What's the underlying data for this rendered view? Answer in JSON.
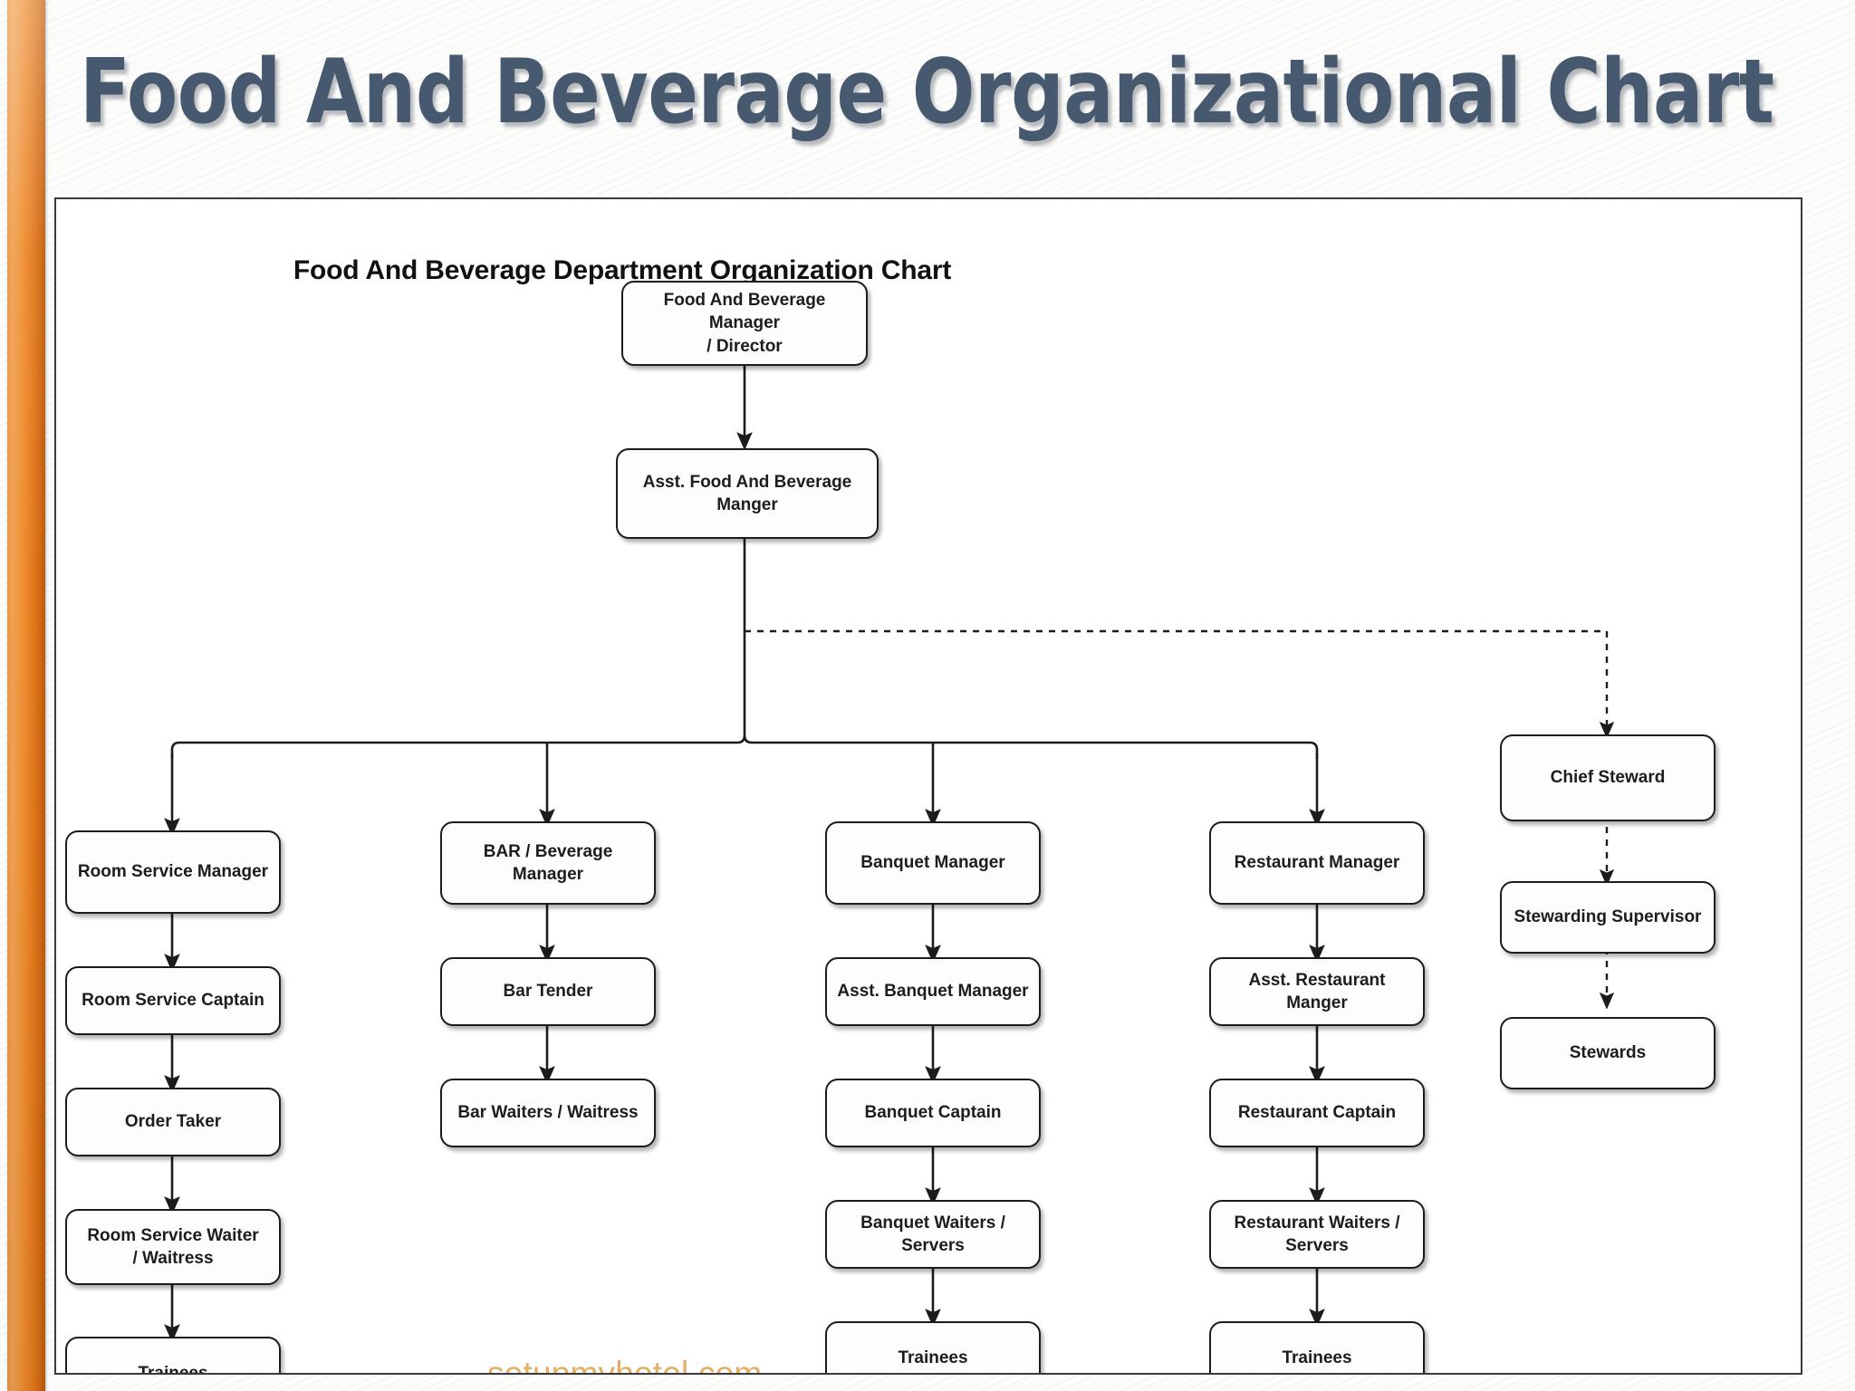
{
  "slide": {
    "title": "Food And Beverage Organizational Chart",
    "accent_color": "#ef8f31",
    "title_color": "#46596f"
  },
  "chart": {
    "heading": "Food And Beverage Department Organization Chart",
    "watermark": "setupmyhotel.com",
    "watermark_color": "#dda14a",
    "box_border_color": "#1c1c1c",
    "box_fill_color": "#fdfdfd"
  },
  "nodes": {
    "director": "Food And Beverage Manager\n/ Director",
    "asst_director": "Asst. Food And Beverage Manger",
    "chief_steward": "Chief Steward",
    "stewarding_supervisor": "Stewarding Supervisor",
    "stewards": "Stewards",
    "room_service_manager": "Room Service Manager",
    "room_service_captain": "Room Service Captain",
    "order_taker": "Order Taker",
    "room_service_waiter": "Room Service Waiter\n/ Waitress",
    "room_service_trainees": "Trainees",
    "bar_manager": "BAR / Beverage Manager",
    "bar_tender": "Bar Tender",
    "bar_waiters": "Bar Waiters / Waitress",
    "banquet_manager": "Banquet Manager",
    "asst_banquet_manager": "Asst. Banquet Manager",
    "banquet_captain": "Banquet Captain",
    "banquet_waiters": "Banquet Waiters / Servers",
    "banquet_trainees": "Trainees",
    "restaurant_manager": "Restaurant Manager",
    "asst_restaurant_manager": "Asst. Restaurant Manger",
    "restaurant_captain": "Restaurant Captain",
    "restaurant_waiters": "Restaurant Waiters / Servers",
    "restaurant_trainees": "Trainees"
  },
  "chart_data": {
    "type": "diagram",
    "title": "Food And Beverage Department Organization Chart",
    "orientation": "top-down",
    "hierarchy": [
      {
        "id": "director",
        "label": "Food And Beverage Manager / Director",
        "level": 0,
        "children": [
          "asst_director"
        ]
      },
      {
        "id": "asst_director",
        "label": "Asst. Food And Beverage Manger",
        "level": 1,
        "children": [
          "room_service_manager",
          "bar_manager",
          "banquet_manager",
          "restaurant_manager",
          "chief_steward"
        ],
        "dashed_children": [
          "chief_steward"
        ]
      },
      {
        "id": "room_service_manager",
        "label": "Room Service Manager",
        "level": 2,
        "chain": [
          "Room Service Captain",
          "Order Taker",
          "Room Service Waiter / Waitress",
          "Trainees"
        ]
      },
      {
        "id": "bar_manager",
        "label": "BAR / Beverage Manager",
        "level": 2,
        "chain": [
          "Bar Tender",
          "Bar Waiters / Waitress"
        ]
      },
      {
        "id": "banquet_manager",
        "label": "Banquet Manager",
        "level": 2,
        "chain": [
          "Asst. Banquet Manager",
          "Banquet Captain",
          "Banquet Waiters / Servers",
          "Trainees"
        ]
      },
      {
        "id": "restaurant_manager",
        "label": "Restaurant Manager",
        "level": 2,
        "chain": [
          "Asst. Restaurant Manger",
          "Restaurant Captain",
          "Restaurant Waiters / Servers",
          "Trainees"
        ]
      },
      {
        "id": "chief_steward",
        "label": "Chief Steward",
        "level": 2,
        "connector": "dashed",
        "chain": [
          "Stewarding Supervisor",
          "Stewards"
        ]
      }
    ],
    "columns": [
      "Room Service",
      "BAR / Beverage",
      "Banquet",
      "Restaurant",
      "Stewarding"
    ],
    "legend": [],
    "connector_styles": {
      "solid": "solid line with filled arrowhead",
      "dashed": "dashed line with filled arrowhead"
    }
  }
}
